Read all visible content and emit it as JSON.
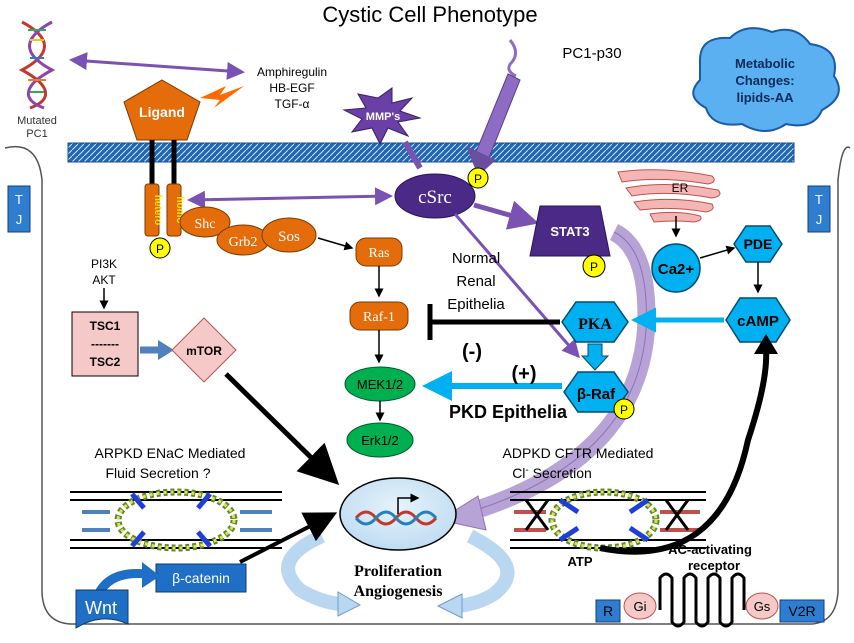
{
  "title": "Cystic Cell Phenotype",
  "dna_label": [
    "Mutated",
    "PC1"
  ],
  "ligand": "Ligand",
  "growth_factors": [
    "Amphiregulin",
    "HB-EGF",
    "TGF-α"
  ],
  "mmps": "MMP's",
  "pc1_p30": "PC1-p30",
  "metabolic": [
    "Metabolic",
    "Changes:",
    "lipids-AA"
  ],
  "tj_left": [
    "T",
    "J"
  ],
  "tj_right": [
    "T",
    "J"
  ],
  "receptor_hetero": "hetero",
  "receptor_homo": "homo",
  "p_label": "P",
  "csrc": "cSrc",
  "shc": "Shc",
  "grb2": "Grb2",
  "sos": "Sos",
  "ras": "Ras",
  "raf1": "Raf-1",
  "mek": "MEK1/2",
  "erk": "Erk1/2",
  "stat3": "STAT3",
  "er": "ER",
  "pde": "PDE",
  "ca2": "Ca2+",
  "camp": "cAMP",
  "pka": "PKA",
  "braf": "β-Raf",
  "pi3k": [
    "PI3K",
    "AKT"
  ],
  "tsc1": "TSC1",
  "tsc_sep": "-------",
  "tsc2": "TSC2",
  "mtor": "mTOR",
  "normal_renal": [
    "Normal",
    "Renal",
    "Epithelia"
  ],
  "minus": "(-)",
  "plus": "(+)",
  "pkd_epithelia": "PKD Epithelia",
  "arpkd": [
    "ARPKD ENaC Mediated",
    "Fluid Secretion ?"
  ],
  "adpkd_line1": "ADPKD CFTR Mediated",
  "adpkd_line2_cl": "Cl",
  "adpkd_line2_sup": "-",
  "adpkd_line2_rest": " Secretion",
  "atp": "ATP",
  "ac_receptor": [
    "AC-activating",
    "receptor"
  ],
  "catenin": "β-catenin",
  "wnt": "Wnt",
  "proliferation": [
    "Proliferation",
    "Angiogenesis"
  ],
  "r_label": "R",
  "gi": "Gi",
  "gs": "Gs",
  "v2r": "V2R",
  "colors": {
    "ligand": "#e46c0a",
    "kinase_orange": "#e46c0a",
    "erk_green": "#00b050",
    "csrc_purple": "#4b2a87",
    "cyan": "#00b0f0",
    "pink": "#f4b6b4",
    "membrane": "#1f66b3",
    "purple_arrow": "#7a52b3",
    "p_yellow": "#ffff00"
  }
}
